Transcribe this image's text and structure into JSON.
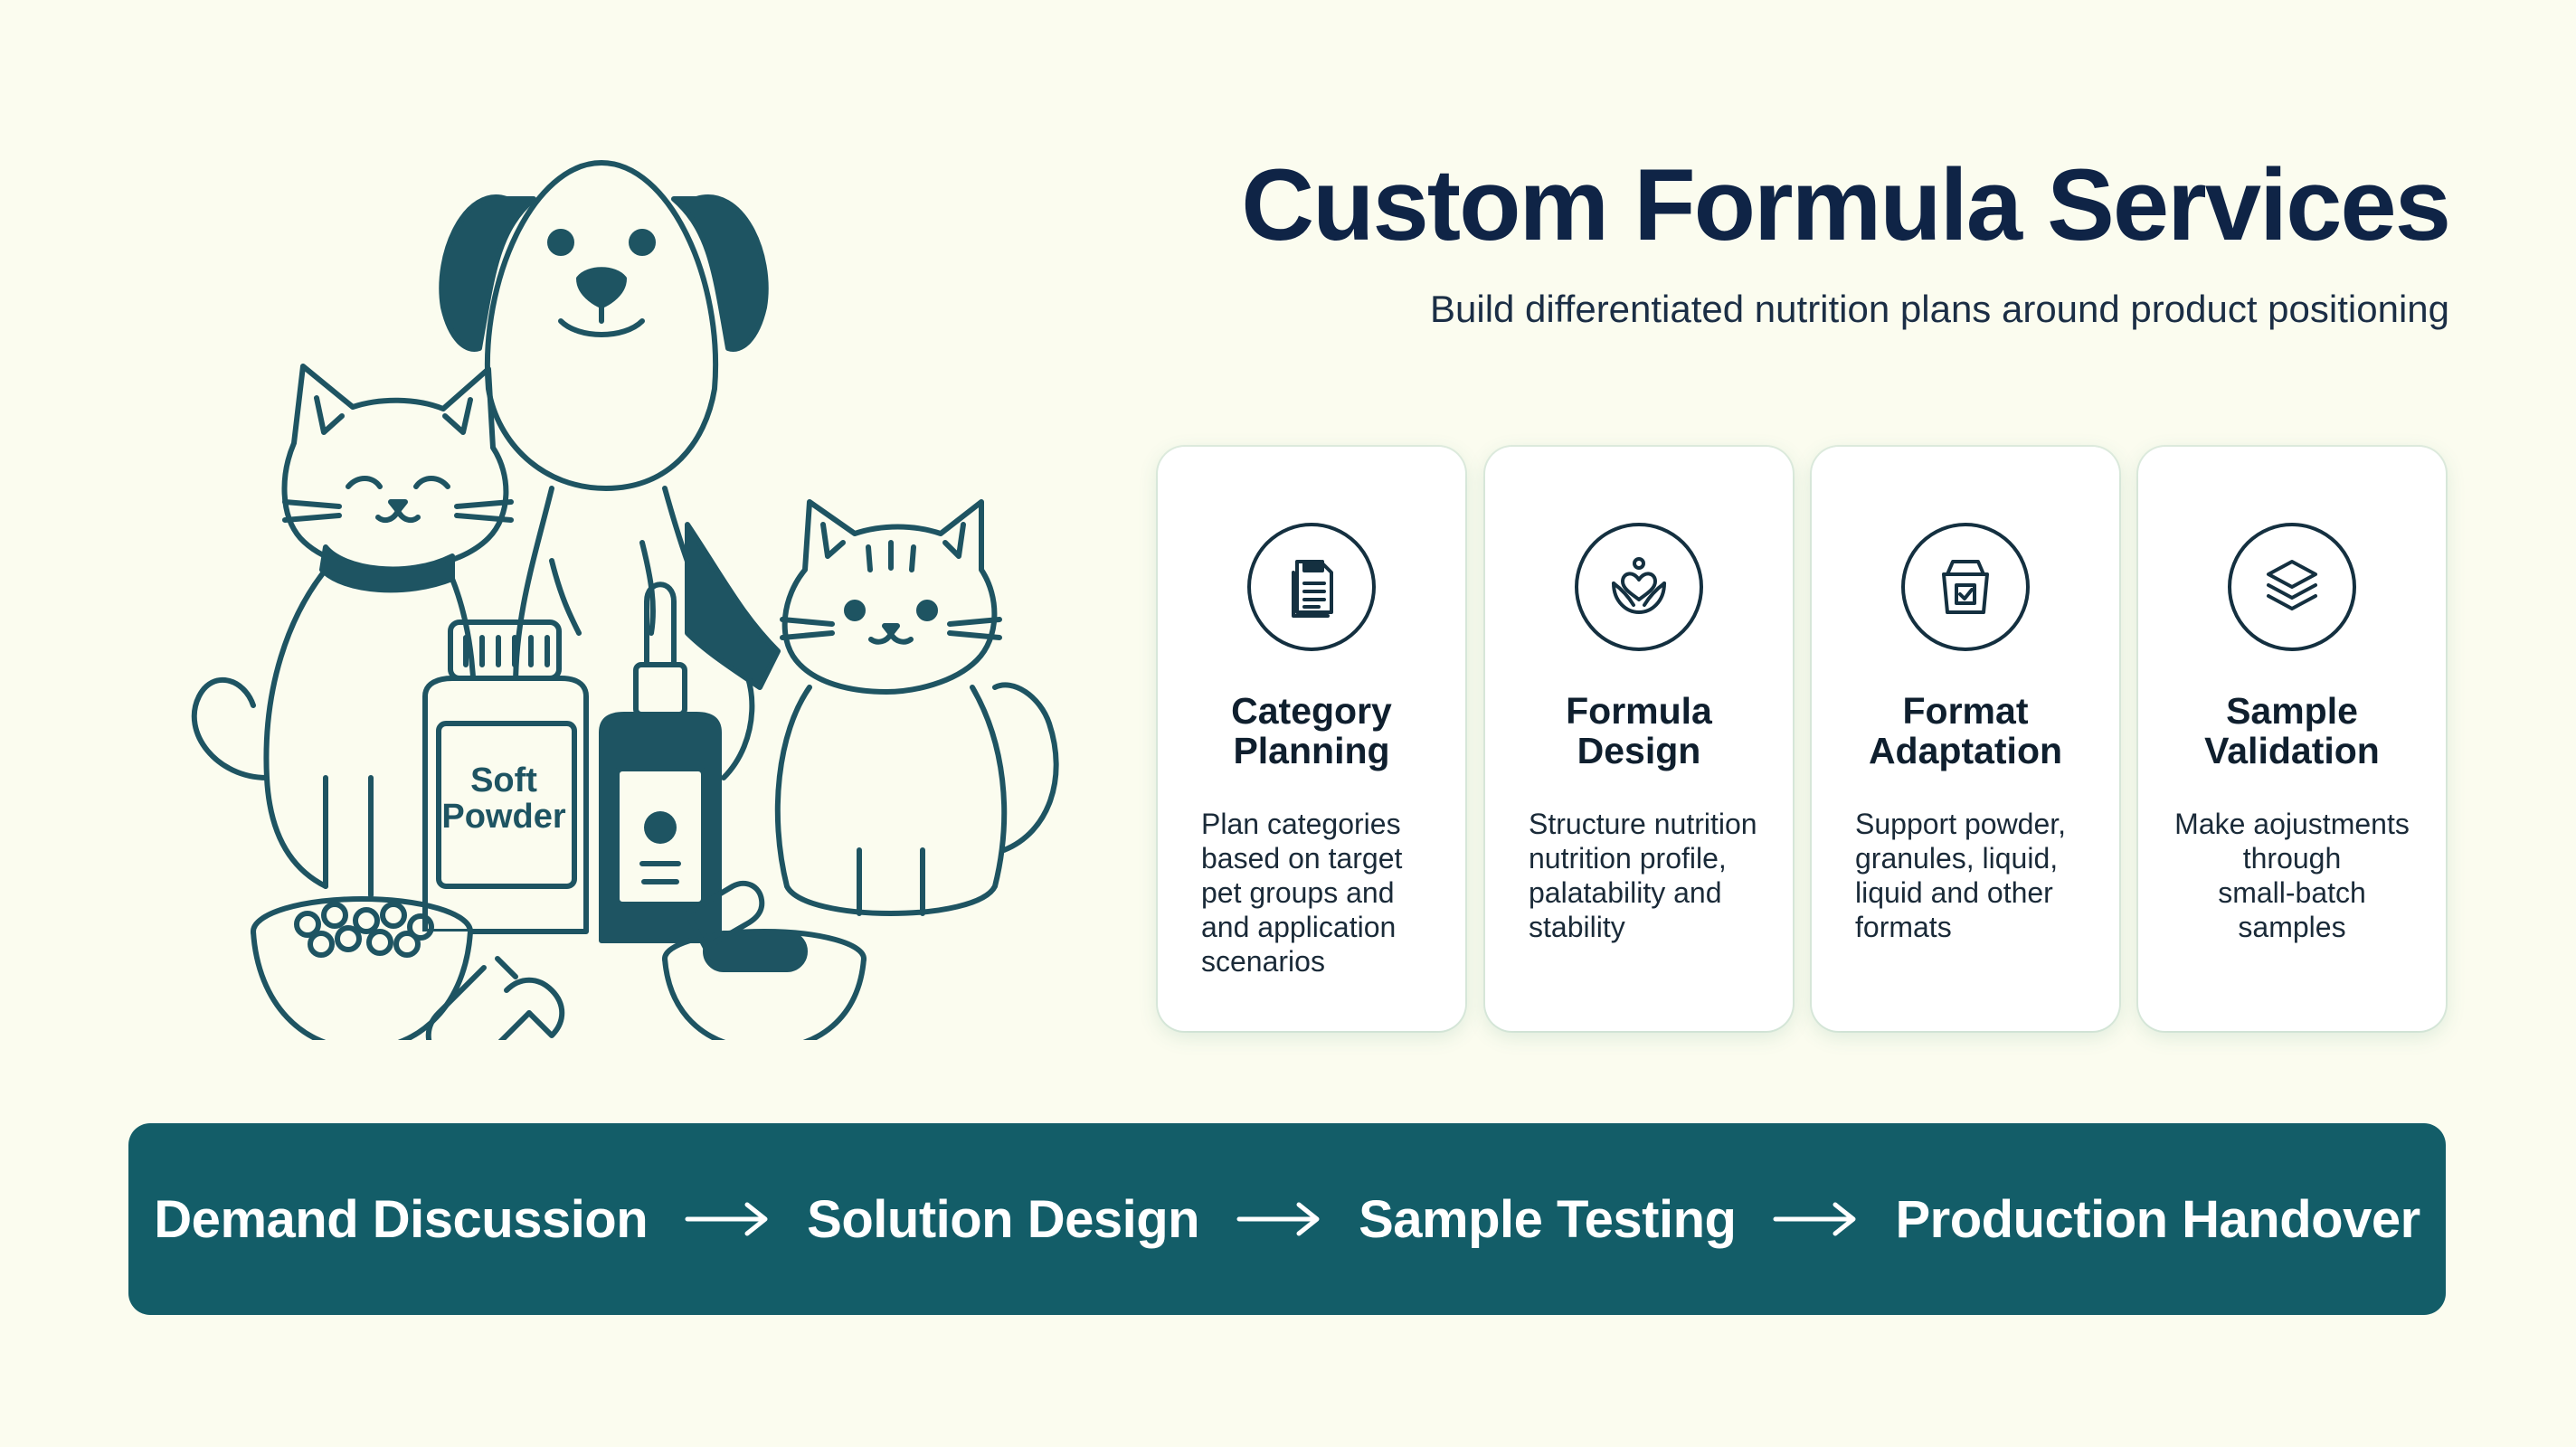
{
  "header": {
    "title": "Custom Formula Services",
    "subtitle": "Build differentiated nutrition plans around product positioning"
  },
  "illustration": {
    "bottle_label": [
      "Soft",
      "Powder"
    ]
  },
  "cards": [
    {
      "icon": "document-icon",
      "title": "Category Planning",
      "title_lines": [
        "Category",
        "Planning"
      ],
      "desc_lines": [
        "Plan categories",
        "based on target",
        "pet groups and",
        "and application",
        "scenarios"
      ]
    },
    {
      "icon": "heart-hands-icon",
      "title": "Formula Design",
      "title_lines": [
        "Formula",
        "Design"
      ],
      "desc_lines": [
        "Structure nutrition",
        "nutrition profile,",
        "palatability and",
        "stability"
      ]
    },
    {
      "icon": "package-check-icon",
      "title": "Format Adaptation",
      "title_lines": [
        "Format",
        "Adaptation"
      ],
      "desc_lines": [
        "Support powder,",
        "granules, liquid,",
        "liquid and other",
        "formats"
      ]
    },
    {
      "icon": "layers-icon",
      "title": "Sample Validation",
      "title_lines": [
        "Sample",
        "Validation"
      ],
      "desc_lines": [
        "Make aojustments",
        "through",
        "small-batch",
        "samples"
      ]
    }
  ],
  "process": {
    "steps": [
      "Demand Discussion",
      "Solution Design",
      "Sample Testing",
      "Production Handover"
    ]
  },
  "colors": {
    "background": "#fbfcef",
    "accent": "#135d68",
    "title": "#0f2446",
    "line_art": "#1e5462"
  }
}
